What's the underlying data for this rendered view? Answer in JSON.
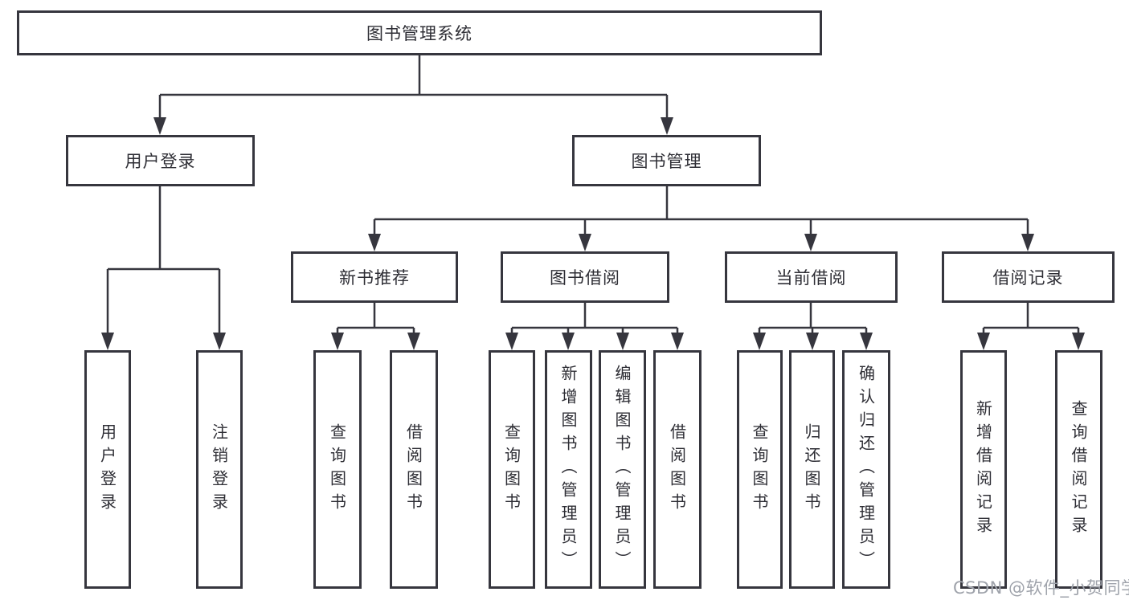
{
  "tree": {
    "root": "图书管理系统",
    "branches": [
      {
        "label": "用户登录",
        "children": [
          "用户登录",
          "注销登录"
        ]
      },
      {
        "label": "图书管理",
        "groups": [
          {
            "label": "新书推荐",
            "children": [
              "查询图书",
              "借阅图书"
            ]
          },
          {
            "label": "图书借阅",
            "children": [
              "查询图书",
              "新增图书（管理员）",
              "编辑图书（管理员）",
              "借阅图书"
            ]
          },
          {
            "label": "当前借阅",
            "children": [
              "查询图书",
              "归还图书",
              "确认归还（管理员）"
            ]
          },
          {
            "label": "借阅记录",
            "children": [
              "新增借阅记录",
              "查询借阅记录"
            ]
          }
        ]
      }
    ]
  },
  "watermark": {
    "text": "CSDN @软件_小贺同学"
  },
  "colors": {
    "line": "#36363e",
    "text": "#2e2e35",
    "watermark": "#9fa3ab",
    "background": "#ffffff"
  }
}
